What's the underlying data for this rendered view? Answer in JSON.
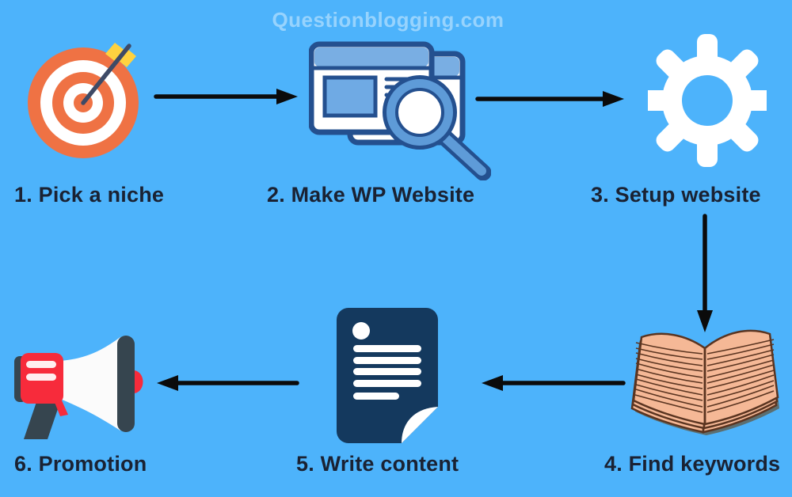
{
  "watermark": {
    "text": "Questionblogging.com"
  },
  "title_implicit": "Blogging process flow",
  "colors": {
    "background": "#4DB3FB",
    "label_text": "#1A2233",
    "arrow": "#0B0B0B",
    "watermark": "rgba(255,255,255,0.42)",
    "target_orange": "#EF7244",
    "arrow_fletch_yellow": "#FFD23F",
    "arrow_shaft_navy": "#3E4A66",
    "browser_border_blue": "#24508F",
    "browser_fill_blue": "#79AEE3",
    "magnifier_blue": "#5E9BD8",
    "gear_white": "#FFFFFF",
    "book_page_peach": "#F5B896",
    "book_line_brown": "#5A3420",
    "document_navy": "#14395E",
    "megaphone_red": "#F72B3B",
    "megaphone_slate": "#36454F"
  },
  "steps": [
    {
      "id": 1,
      "label": "1. Pick a niche",
      "icon": "target-icon"
    },
    {
      "id": 2,
      "label": "2. Make WP Website",
      "icon": "browser-search-icon"
    },
    {
      "id": 3,
      "label": "3. Setup website",
      "icon": "gear-icon"
    },
    {
      "id": 4,
      "label": "4. Find keywords",
      "icon": "open-book-icon"
    },
    {
      "id": 5,
      "label": "5. Write content",
      "icon": "document-icon"
    },
    {
      "id": 6,
      "label": "6. Promotion",
      "icon": "megaphone-icon"
    }
  ]
}
